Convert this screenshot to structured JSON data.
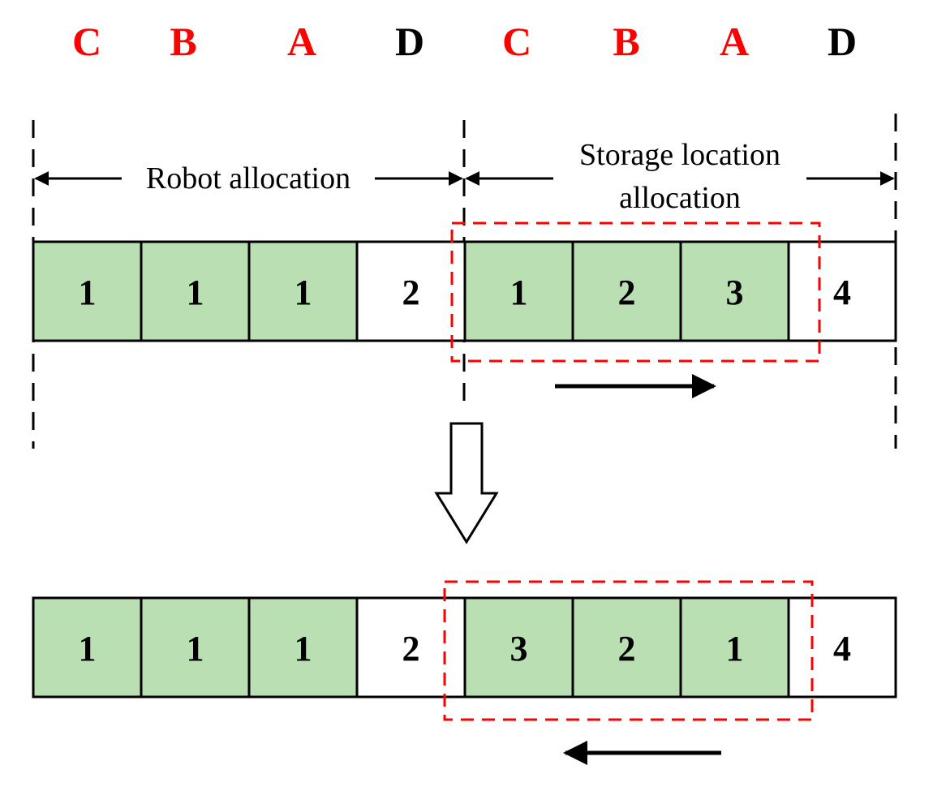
{
  "colors": {
    "highlight_letter": "#ff0000",
    "normal_letter": "#000000",
    "filled_cell": "#b9dfb3",
    "empty_cell": "#ffffff",
    "dashed_box": "#ff0000"
  },
  "header": {
    "letters": [
      {
        "text": "C",
        "highlight": true
      },
      {
        "text": "B",
        "highlight": true
      },
      {
        "text": "A",
        "highlight": true
      },
      {
        "text": "D",
        "highlight": false
      },
      {
        "text": "C",
        "highlight": true
      },
      {
        "text": "B",
        "highlight": true
      },
      {
        "text": "A",
        "highlight": true
      },
      {
        "text": "D",
        "highlight": false
      }
    ]
  },
  "labels": {
    "robot_allocation": "Robot allocation",
    "storage_line1": "Storage location",
    "storage_line2": "allocation"
  },
  "rows": [
    {
      "cells": [
        {
          "text": "1",
          "filled": true
        },
        {
          "text": "1",
          "filled": true
        },
        {
          "text": "1",
          "filled": true
        },
        {
          "text": "2",
          "filled": false
        },
        {
          "text": "1",
          "filled": true
        },
        {
          "text": "2",
          "filled": true
        },
        {
          "text": "3",
          "filled": true
        },
        {
          "text": "4",
          "filled": false
        }
      ],
      "arrow_direction": "right"
    },
    {
      "cells": [
        {
          "text": "1",
          "filled": true
        },
        {
          "text": "1",
          "filled": true
        },
        {
          "text": "1",
          "filled": true
        },
        {
          "text": "2",
          "filled": false
        },
        {
          "text": "3",
          "filled": true
        },
        {
          "text": "2",
          "filled": true
        },
        {
          "text": "1",
          "filled": true
        },
        {
          "text": "4",
          "filled": false
        }
      ],
      "arrow_direction": "left"
    }
  ]
}
